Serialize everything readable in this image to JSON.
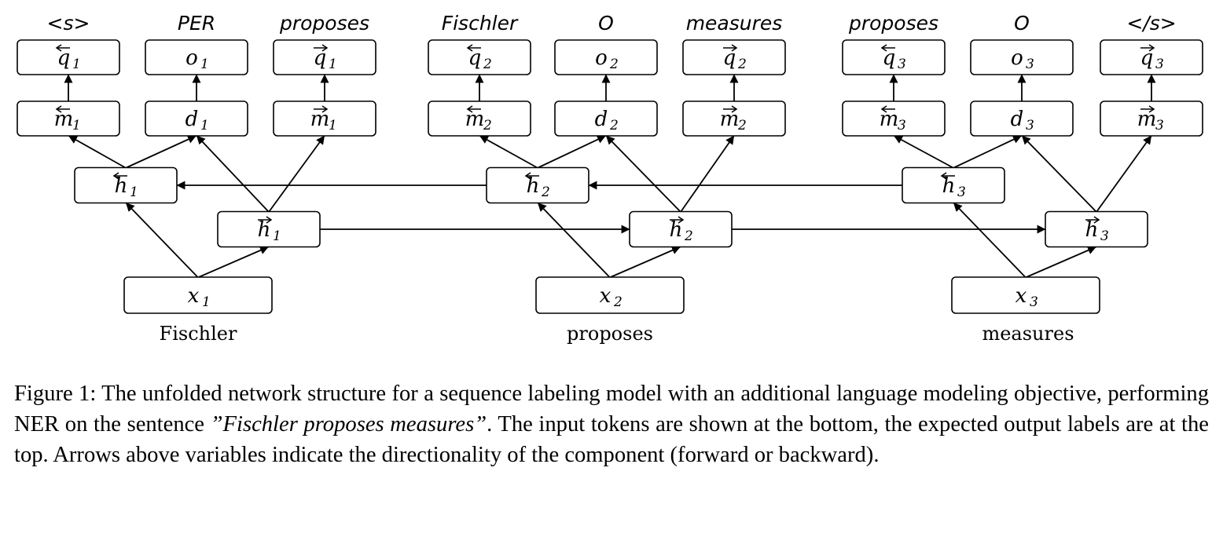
{
  "diagram": {
    "top_labels": [
      "<s>",
      "PER",
      "proposes",
      "Fischler",
      "O",
      "measures",
      "proposes",
      "O",
      "</s>"
    ],
    "nodes": [
      {
        "id": "q-back-1",
        "base": "q",
        "sub": "1",
        "dir": "back"
      },
      {
        "id": "o-1",
        "base": "o",
        "sub": "1",
        "dir": "none"
      },
      {
        "id": "q-fwd-1",
        "base": "q",
        "sub": "1",
        "dir": "fwd"
      },
      {
        "id": "q-back-2",
        "base": "q",
        "sub": "2",
        "dir": "back"
      },
      {
        "id": "o-2",
        "base": "o",
        "sub": "2",
        "dir": "none"
      },
      {
        "id": "q-fwd-2",
        "base": "q",
        "sub": "2",
        "dir": "fwd"
      },
      {
        "id": "q-back-3",
        "base": "q",
        "sub": "3",
        "dir": "back"
      },
      {
        "id": "o-3",
        "base": "o",
        "sub": "3",
        "dir": "none"
      },
      {
        "id": "q-fwd-3",
        "base": "q",
        "sub": "3",
        "dir": "fwd"
      },
      {
        "id": "m-back-1",
        "base": "m",
        "sub": "1",
        "dir": "back"
      },
      {
        "id": "d-1",
        "base": "d",
        "sub": "1",
        "dir": "none"
      },
      {
        "id": "m-fwd-1",
        "base": "m",
        "sub": "1",
        "dir": "fwd"
      },
      {
        "id": "m-back-2",
        "base": "m",
        "sub": "2",
        "dir": "back"
      },
      {
        "id": "d-2",
        "base": "d",
        "sub": "2",
        "dir": "none"
      },
      {
        "id": "m-fwd-2",
        "base": "m",
        "sub": "2",
        "dir": "fwd"
      },
      {
        "id": "m-back-3",
        "base": "m",
        "sub": "3",
        "dir": "back"
      },
      {
        "id": "d-3",
        "base": "d",
        "sub": "3",
        "dir": "none"
      },
      {
        "id": "m-fwd-3",
        "base": "m",
        "sub": "3",
        "dir": "fwd"
      },
      {
        "id": "h-back-1",
        "base": "h",
        "sub": "1",
        "dir": "back"
      },
      {
        "id": "h-back-2",
        "base": "h",
        "sub": "2",
        "dir": "back"
      },
      {
        "id": "h-back-3",
        "base": "h",
        "sub": "3",
        "dir": "back"
      },
      {
        "id": "h-fwd-1",
        "base": "h",
        "sub": "1",
        "dir": "fwd"
      },
      {
        "id": "h-fwd-2",
        "base": "h",
        "sub": "2",
        "dir": "fwd"
      },
      {
        "id": "h-fwd-3",
        "base": "h",
        "sub": "3",
        "dir": "fwd"
      },
      {
        "id": "x-1",
        "base": "x",
        "sub": "1",
        "dir": "none"
      },
      {
        "id": "x-2",
        "base": "x",
        "sub": "2",
        "dir": "none"
      },
      {
        "id": "x-3",
        "base": "x",
        "sub": "3",
        "dir": "none"
      }
    ],
    "edges": [
      [
        "m-back-1",
        "q-back-1"
      ],
      [
        "d-1",
        "o-1"
      ],
      [
        "m-fwd-1",
        "q-fwd-1"
      ],
      [
        "m-back-2",
        "q-back-2"
      ],
      [
        "d-2",
        "o-2"
      ],
      [
        "m-fwd-2",
        "q-fwd-2"
      ],
      [
        "m-back-3",
        "q-back-3"
      ],
      [
        "d-3",
        "o-3"
      ],
      [
        "m-fwd-3",
        "q-fwd-3"
      ],
      [
        "h-back-1",
        "m-back-1"
      ],
      [
        "h-back-1",
        "d-1"
      ],
      [
        "h-fwd-1",
        "d-1"
      ],
      [
        "h-fwd-1",
        "m-fwd-1"
      ],
      [
        "h-back-2",
        "m-back-2"
      ],
      [
        "h-back-2",
        "d-2"
      ],
      [
        "h-fwd-2",
        "d-2"
      ],
      [
        "h-fwd-2",
        "m-fwd-2"
      ],
      [
        "h-back-3",
        "m-back-3"
      ],
      [
        "h-back-3",
        "d-3"
      ],
      [
        "h-fwd-3",
        "d-3"
      ],
      [
        "h-fwd-3",
        "m-fwd-3"
      ],
      [
        "h-back-3",
        "h-back-2"
      ],
      [
        "h-back-2",
        "h-back-1"
      ],
      [
        "h-fwd-1",
        "h-fwd-2"
      ],
      [
        "h-fwd-2",
        "h-fwd-3"
      ],
      [
        "x-1",
        "h-back-1"
      ],
      [
        "x-1",
        "h-fwd-1"
      ],
      [
        "x-2",
        "h-back-2"
      ],
      [
        "x-2",
        "h-fwd-2"
      ],
      [
        "x-3",
        "h-back-3"
      ],
      [
        "x-3",
        "h-fwd-3"
      ]
    ],
    "input_words": [
      "Fischler",
      "proposes",
      "measures"
    ]
  },
  "caption": {
    "prefix": "Figure 1:  The unfolded network structure for a sequence labeling model with an additional language modeling objective, performing NER on the sentence ",
    "sentence": "”Fischler proposes measures”",
    "suffix": ".  The input tokens are shown at the bottom, the expected output labels are at the top.  Arrows above variables indicate the directionality of the component (forward or backward)."
  }
}
